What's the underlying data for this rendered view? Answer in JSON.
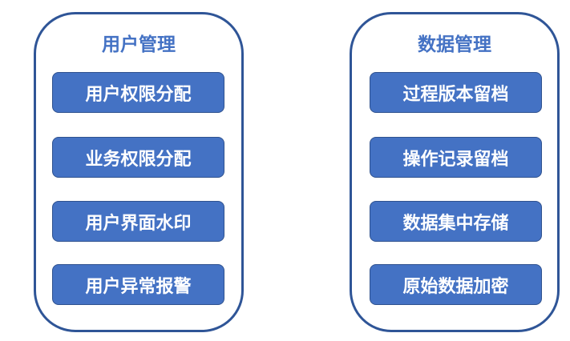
{
  "panels": [
    {
      "title": "用户管理",
      "items": [
        "用户权限分配",
        "业务权限分配",
        "用户界面水印",
        "用户异常报警"
      ]
    },
    {
      "title": "数据管理",
      "items": [
        "过程版本留档",
        "操作记录留档",
        "数据集中存储",
        "原始数据加密"
      ]
    }
  ],
  "colors": {
    "border": "#2f5597",
    "title": "#4472c4",
    "button": "#4472c4"
  }
}
